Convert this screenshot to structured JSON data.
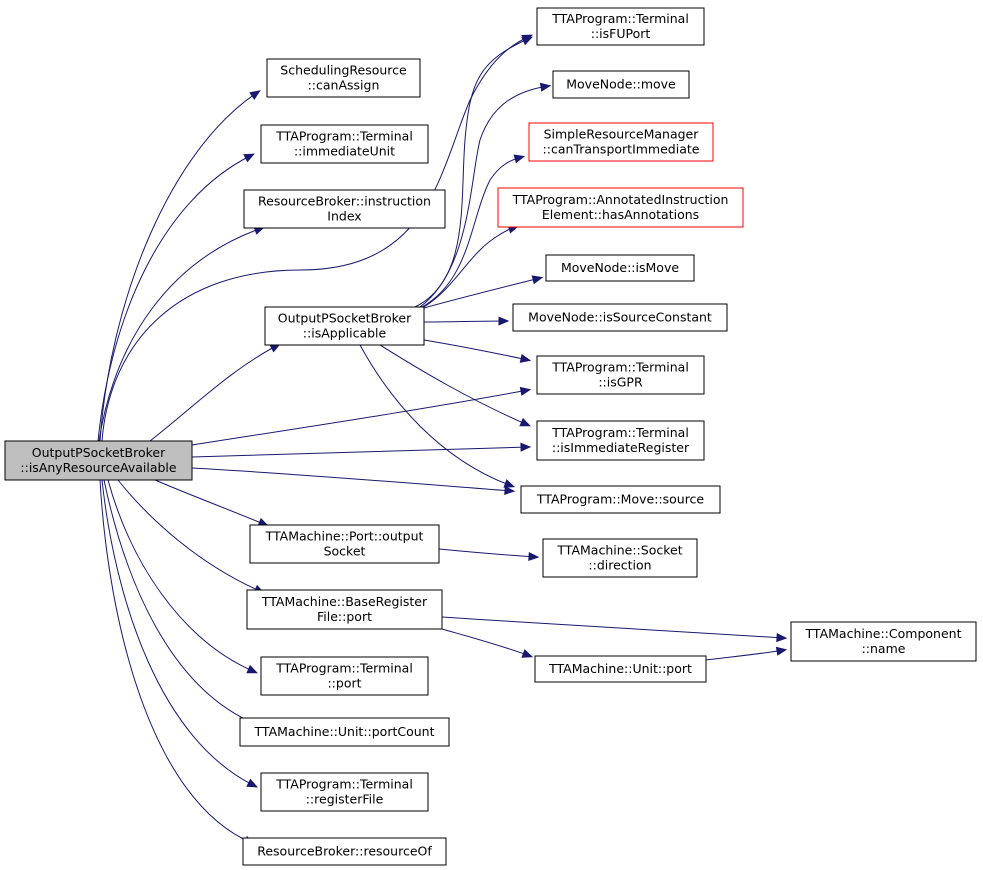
{
  "nodes": [
    {
      "id": "root",
      "lines": [
        "OutputPSocketBroker",
        "::isAnyResourceAvailable"
      ],
      "border": "#000000",
      "fill": "#bfbfbf"
    },
    {
      "id": "sched",
      "lines": [
        "SchedulingResource",
        "::canAssign"
      ],
      "border": "#000000"
    },
    {
      "id": "immunit",
      "lines": [
        "TTAProgram::Terminal",
        "::immediateUnit"
      ],
      "border": "#000000"
    },
    {
      "id": "instridx",
      "lines": [
        "ResourceBroker::instruction",
        "Index"
      ],
      "border": "#000000"
    },
    {
      "id": "isapp",
      "lines": [
        "OutputPSocketBroker",
        "::isApplicable"
      ],
      "border": "#000000"
    },
    {
      "id": "outsock",
      "lines": [
        "TTAMachine::Port::output",
        "Socket"
      ],
      "border": "#000000"
    },
    {
      "id": "brfport",
      "lines": [
        "TTAMachine::BaseRegister",
        "File::port"
      ],
      "border": "#000000"
    },
    {
      "id": "termport",
      "lines": [
        "TTAProgram::Terminal",
        "::port"
      ],
      "border": "#000000"
    },
    {
      "id": "portcount",
      "lines": [
        "TTAMachine::Unit::portCount"
      ],
      "border": "#000000"
    },
    {
      "id": "regfile",
      "lines": [
        "TTAProgram::Terminal",
        "::registerFile"
      ],
      "border": "#000000"
    },
    {
      "id": "resof",
      "lines": [
        "ResourceBroker::resourceOf"
      ],
      "border": "#000000"
    },
    {
      "id": "isfuport",
      "lines": [
        "TTAProgram::Terminal",
        "::isFUPort"
      ],
      "border": "#000000"
    },
    {
      "id": "mnmove",
      "lines": [
        "MoveNode::move"
      ],
      "border": "#000000"
    },
    {
      "id": "srm",
      "lines": [
        "SimpleResourceManager",
        "::canTransportImmediate"
      ],
      "border": "#ff0000"
    },
    {
      "id": "annot",
      "lines": [
        "TTAProgram::AnnotatedInstruction",
        "Element::hasAnnotations"
      ],
      "border": "#ff0000"
    },
    {
      "id": "ismove",
      "lines": [
        "MoveNode::isMove"
      ],
      "border": "#000000"
    },
    {
      "id": "issrcconst",
      "lines": [
        "MoveNode::isSourceConstant"
      ],
      "border": "#000000"
    },
    {
      "id": "isgpr",
      "lines": [
        "TTAProgram::Terminal",
        "::isGPR"
      ],
      "border": "#000000"
    },
    {
      "id": "isimmreg",
      "lines": [
        "TTAProgram::Terminal",
        "::isImmediateRegister"
      ],
      "border": "#000000"
    },
    {
      "id": "source",
      "lines": [
        "TTAProgram::Move::source"
      ],
      "border": "#000000"
    },
    {
      "id": "sockdir",
      "lines": [
        "TTAMachine::Socket",
        "::direction"
      ],
      "border": "#000000"
    },
    {
      "id": "unitport",
      "lines": [
        "TTAMachine::Unit::port"
      ],
      "border": "#000000"
    },
    {
      "id": "compname",
      "lines": [
        "TTAMachine::Component",
        "::name"
      ],
      "border": "#000000"
    }
  ],
  "edges": [
    {
      "from": "root",
      "to": "sched"
    },
    {
      "from": "root",
      "to": "immunit"
    },
    {
      "from": "root",
      "to": "instridx"
    },
    {
      "from": "root",
      "to": "isapp"
    },
    {
      "from": "root",
      "to": "isfuport"
    },
    {
      "from": "root",
      "to": "isgpr"
    },
    {
      "from": "root",
      "to": "isimmreg"
    },
    {
      "from": "root",
      "to": "source"
    },
    {
      "from": "root",
      "to": "outsock"
    },
    {
      "from": "root",
      "to": "brfport"
    },
    {
      "from": "root",
      "to": "termport"
    },
    {
      "from": "root",
      "to": "portcount"
    },
    {
      "from": "root",
      "to": "regfile"
    },
    {
      "from": "root",
      "to": "resof"
    },
    {
      "from": "isapp",
      "to": "isfuport"
    },
    {
      "from": "isapp",
      "to": "mnmove"
    },
    {
      "from": "isapp",
      "to": "srm"
    },
    {
      "from": "isapp",
      "to": "annot"
    },
    {
      "from": "isapp",
      "to": "ismove"
    },
    {
      "from": "isapp",
      "to": "issrcconst"
    },
    {
      "from": "isapp",
      "to": "isgpr"
    },
    {
      "from": "isapp",
      "to": "isimmreg"
    },
    {
      "from": "isapp",
      "to": "source"
    },
    {
      "from": "outsock",
      "to": "sockdir"
    },
    {
      "from": "brfport",
      "to": "compname"
    },
    {
      "from": "brfport",
      "to": "unitport"
    },
    {
      "from": "unitport",
      "to": "compname"
    }
  ]
}
